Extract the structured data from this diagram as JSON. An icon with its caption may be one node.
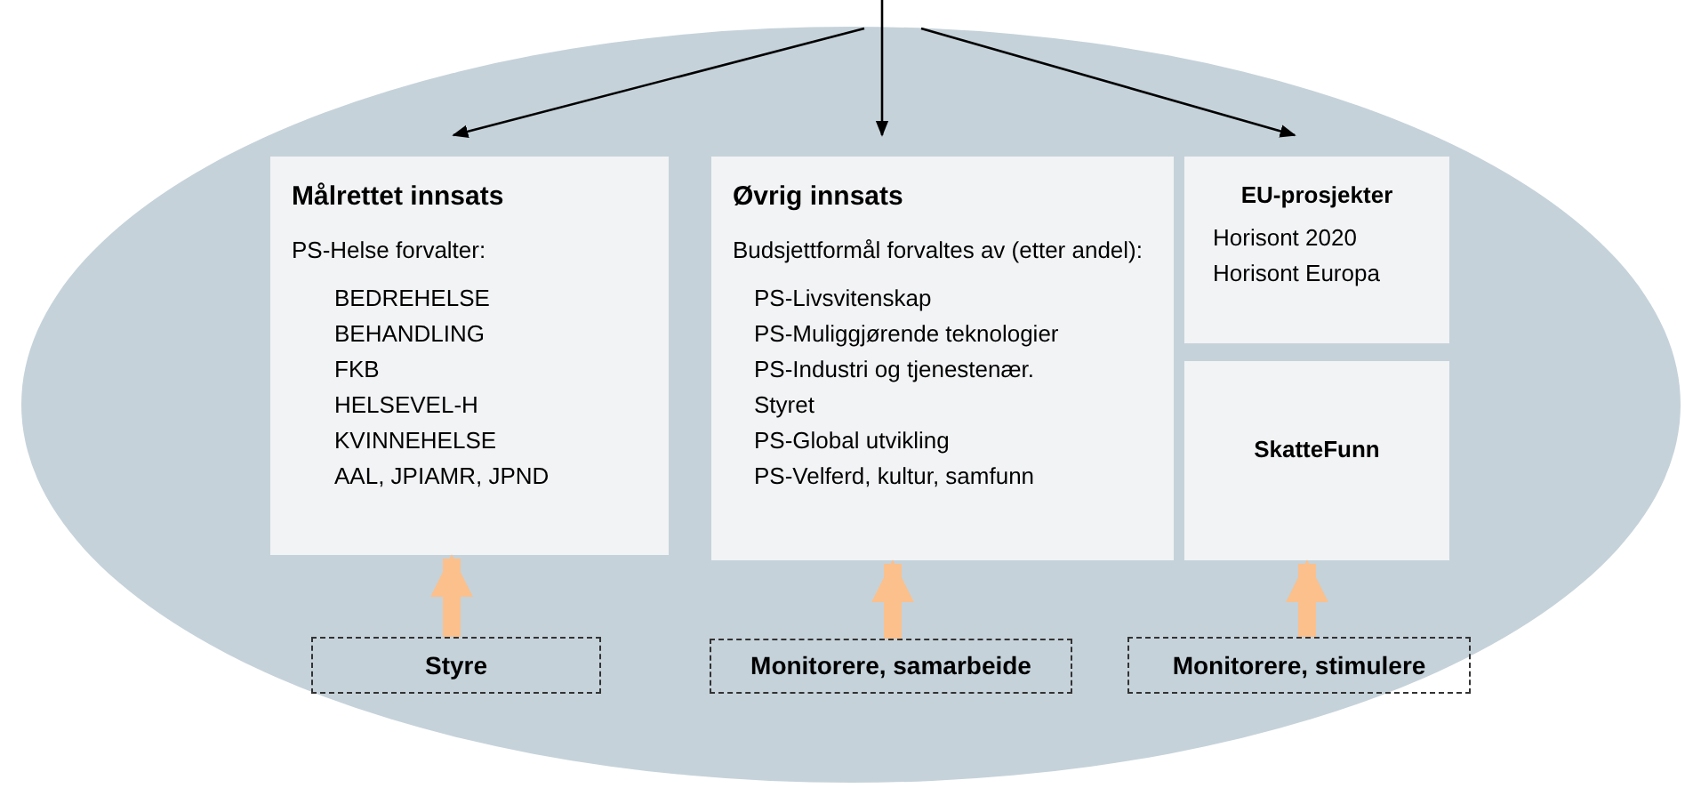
{
  "diagram": {
    "nodes": [
      {
        "text": [],
        "shape": "ellipse"
      },
      {
        "text": [
          "Målrettet innsats",
          "PS-Helse forvalter:",
          "BEDREHELSE",
          "BEHANDLING",
          "FKB",
          "HELSEVEL-H",
          "KVINNEHELSE",
          "AAL, JPIAMR, JPND"
        ],
        "in": 0
      },
      {
        "text": [
          "Øvrig innsats",
          "Budsjettformål forvaltes av (etter andel):",
          "PS-Livsvitenskap",
          "PS-Muliggjørende teknologier",
          "PS-Industri og tjenestenær.",
          "Styret",
          "PS-Global utvikling",
          "PS-Velferd, kultur, samfunn"
        ],
        "in": 0
      },
      {
        "text": [
          "EU-prosjekter",
          "Horisont 2020",
          "Horisont Europa"
        ],
        "in": 0
      },
      {
        "text": [
          "SkatteFunn"
        ],
        "in": 0
      },
      {
        "text": [
          "Styre"
        ],
        "in": 0
      },
      {
        "text": [
          "Monitorere, samarbeide"
        ],
        "in": 0
      },
      {
        "text": [
          "Monitorere, stimulere"
        ],
        "in": 0
      }
    ],
    "edges": [
      {
        "from": null,
        "to": 1,
        "arrow": "to"
      },
      {
        "from": null,
        "to": 2,
        "arrow": "to"
      },
      {
        "from": null,
        "to": 3,
        "arrow": "to"
      },
      {
        "from": 5,
        "to": 1,
        "arrow": "to",
        "style": "thick",
        "color": "#fbc08c"
      },
      {
        "from": 6,
        "to": 2,
        "arrow": "to",
        "style": "thick",
        "color": "#fbc08c"
      },
      {
        "from": 7,
        "to": 4,
        "arrow": "to",
        "style": "thick",
        "color": "#fbc08c"
      }
    ]
  }
}
